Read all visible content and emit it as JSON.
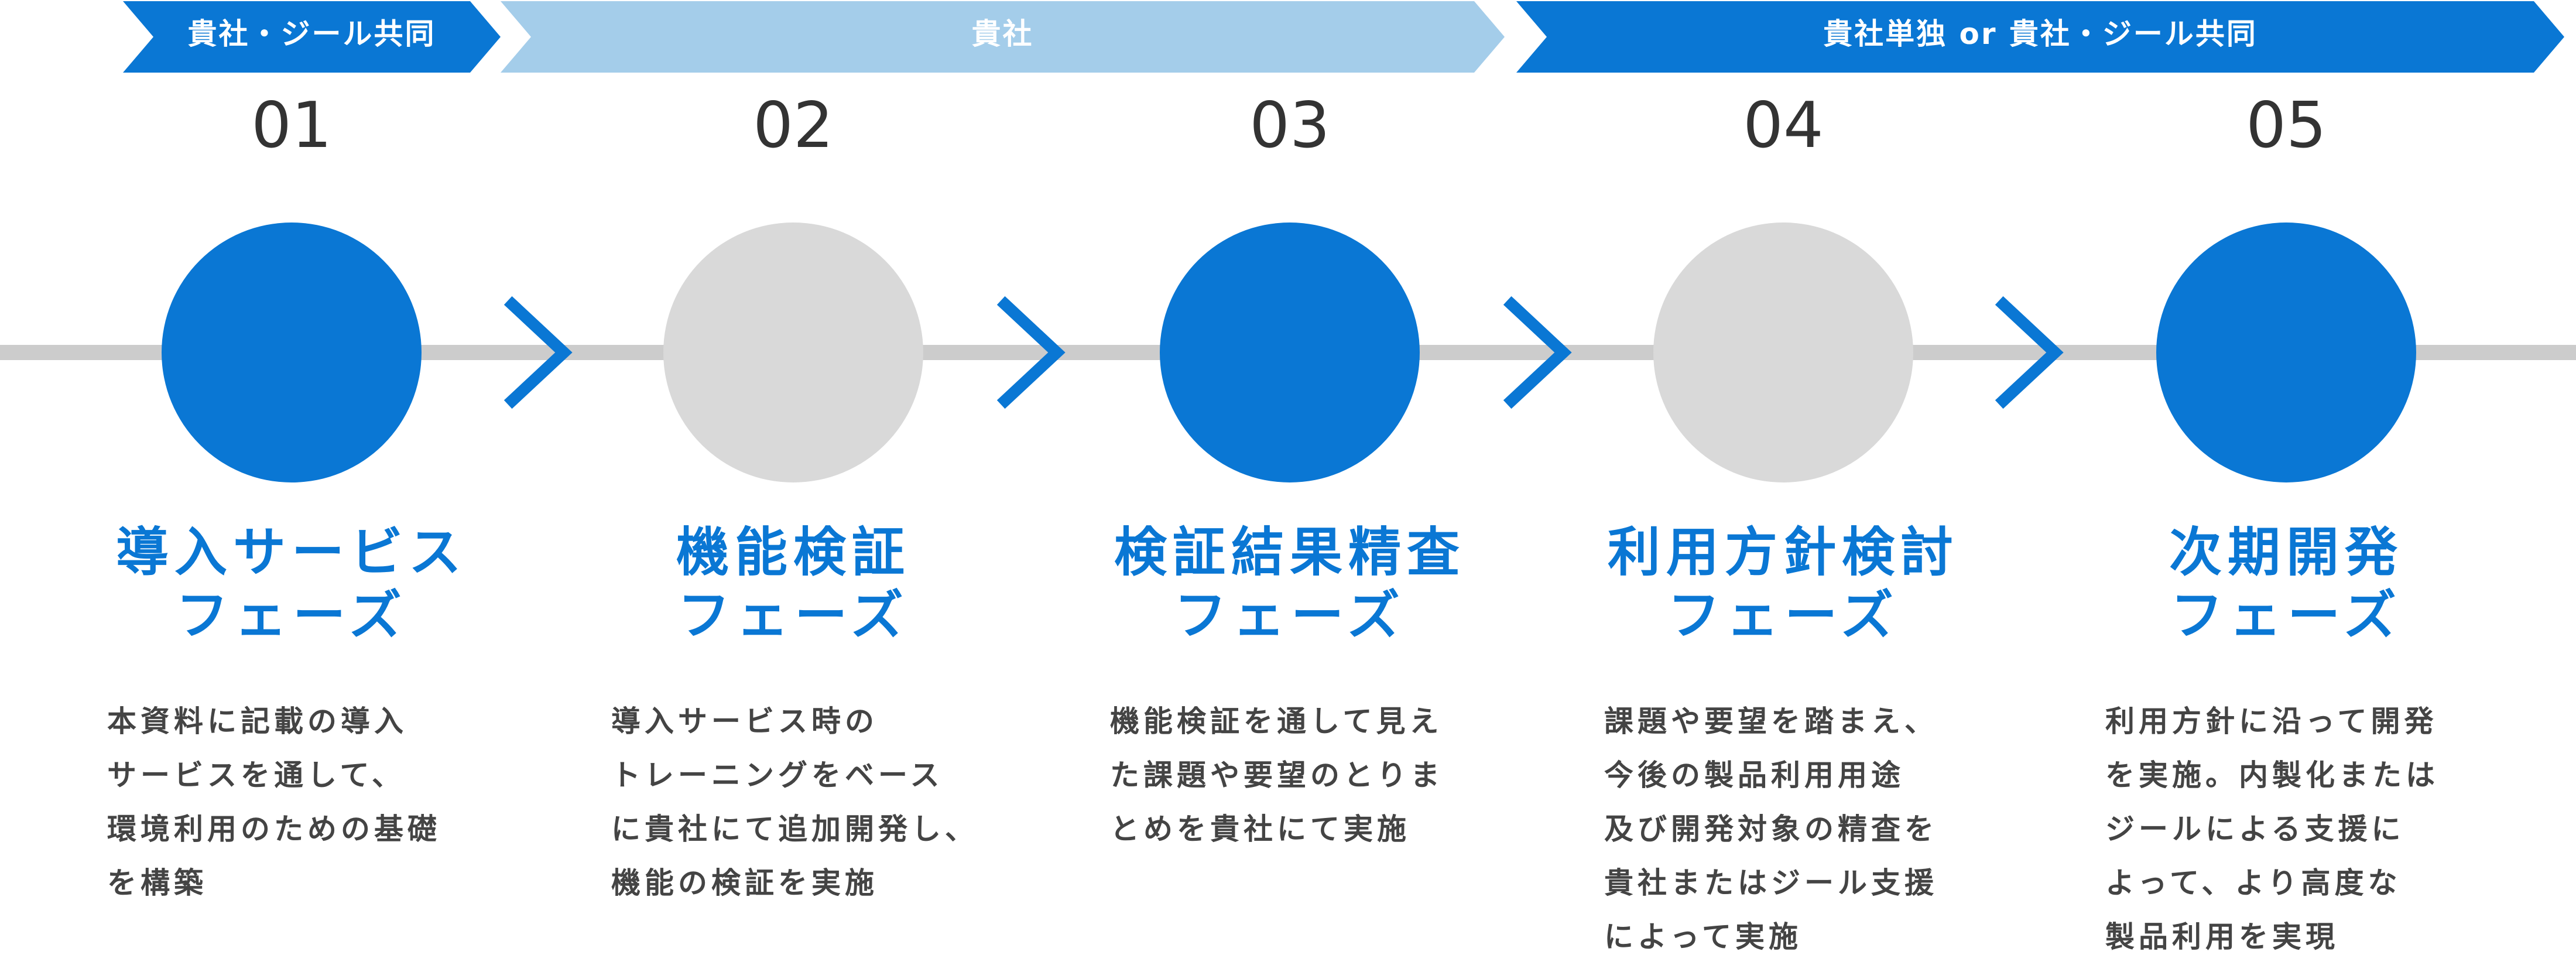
{
  "colors": {
    "primary": "#0a77d4",
    "light": "#a4cdea",
    "grey": "#d9d9d9",
    "line": "#cccccc",
    "text": "#444444"
  },
  "banners": [
    {
      "label": "貴社・ジール共同",
      "color": "#0a77d4"
    },
    {
      "label": "貴社",
      "color": "#a4cdea"
    },
    {
      "label": "貴社単独 or 貴社・ジール共同",
      "color": "#0a77d4"
    }
  ],
  "steps": [
    {
      "number": "01",
      "title": "導入サービス\nフェーズ",
      "circle_color": "#0a77d4",
      "description": "本資料に記載の導入\nサービスを通して、\n環境利用のための基礎\nを構築"
    },
    {
      "number": "02",
      "title": "機能検証\nフェーズ",
      "circle_color": "#d9d9d9",
      "description": "導入サービス時の\nトレーニングをベース\nに貴社にて追加開発し、\n機能の検証を実施"
    },
    {
      "number": "03",
      "title": "検証結果精査\nフェーズ",
      "circle_color": "#0a77d4",
      "description": "機能検証を通して見え\nた課題や要望のとりま\nとめを貴社にて実施"
    },
    {
      "number": "04",
      "title": "利用方針検討\nフェーズ",
      "circle_color": "#d9d9d9",
      "description": "課題や要望を踏まえ、\n今後の製品利用用途\n及び開発対象の精査を\n貴社またはジール支援\nによって実施"
    },
    {
      "number": "05",
      "title": "次期開発\nフェーズ",
      "circle_color": "#0a77d4",
      "description": "利用方針に沿って開発\nを実施。内製化または\nジールによる支援に\nよって、より高度な\n製品利用を実現"
    }
  ]
}
